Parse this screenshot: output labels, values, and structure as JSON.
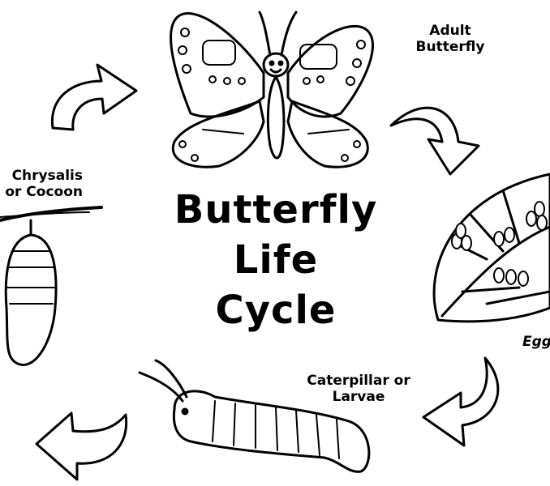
{
  "title": {
    "line1": "Butterfly",
    "line2": "Life",
    "line3": "Cycle"
  },
  "stages": {
    "adult": {
      "line1": "Adult",
      "line2": "Butterfly"
    },
    "eggs": {
      "line1": "Eggs"
    },
    "caterpillar": {
      "line1": "Caterpillar or",
      "line2": "Larvae"
    },
    "chrysalis": {
      "line1": "Chrysalis",
      "line2": "or Cocoon"
    }
  },
  "colors": {
    "ink": "#000000",
    "paper": "#ffffff"
  }
}
